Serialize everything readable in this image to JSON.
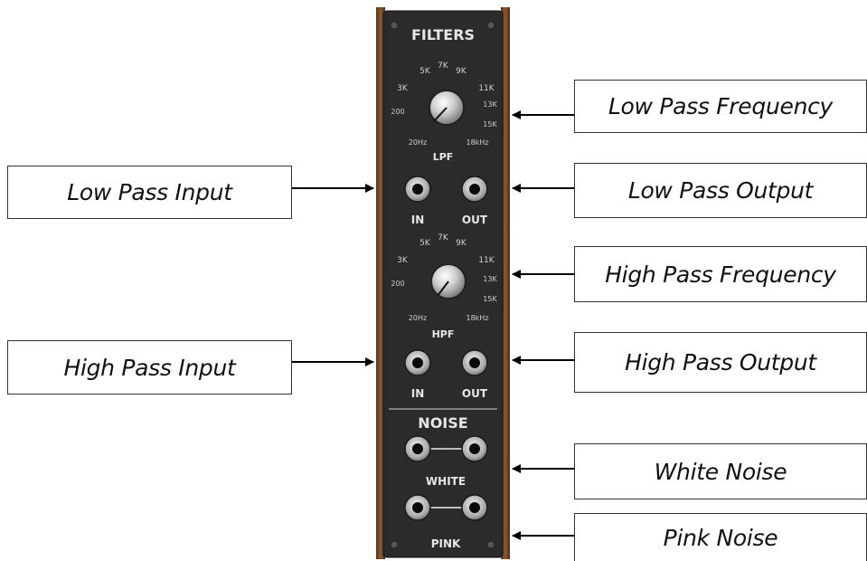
{
  "module": {
    "title": "FILTERS",
    "lpf": {
      "section_label": "LPF",
      "knob_scale": [
        "5K",
        "7K",
        "9K",
        "3K",
        "11K",
        "200",
        "13K",
        "15K",
        "20Hz",
        "18kHz"
      ],
      "in_label": "IN",
      "out_label": "OUT"
    },
    "hpf": {
      "section_label": "HPF",
      "knob_scale": [
        "5K",
        "7K",
        "9K",
        "3K",
        "11K",
        "200",
        "13K",
        "15K",
        "20Hz",
        "18kHz"
      ],
      "in_label": "IN",
      "out_label": "OUT"
    },
    "noise": {
      "title": "NOISE",
      "white_label": "WHITE",
      "pink_label": "PINK"
    }
  },
  "callouts": {
    "low_pass_frequency": "Low Pass Frequency",
    "low_pass_input": "Low Pass Input",
    "low_pass_output": "Low Pass Output",
    "high_pass_frequency": "High Pass Frequency",
    "high_pass_input": "High Pass Input",
    "high_pass_output": "High Pass Output",
    "white_noise": "White Noise",
    "pink_noise": "Pink Noise"
  },
  "colors": {
    "panel": "#2b2b2b",
    "wood": "#7a4a26",
    "label": "#e6e6e6",
    "arrow": "#000000"
  }
}
